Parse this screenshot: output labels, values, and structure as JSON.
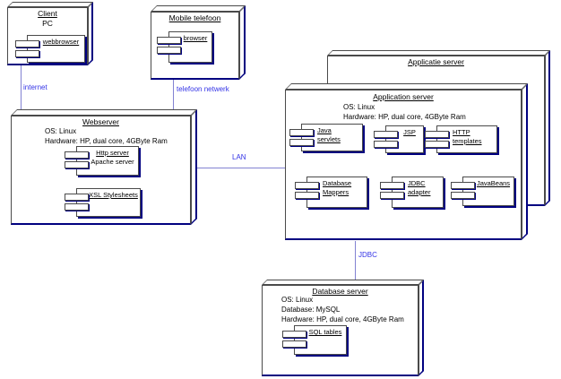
{
  "diagram_type": "UML deployment diagram",
  "colors": {
    "background": "#ffffff",
    "node_border": "#4a4a4a",
    "shadow_accent": "#000080",
    "link_line": "#8282d2",
    "link_label": "#3333e6",
    "text": "#000000"
  },
  "nodes": {
    "client": {
      "title": "Client",
      "subtitle": "PC",
      "components": {
        "webbrowser": {
          "name": "webbrowser"
        }
      }
    },
    "mobile": {
      "title": "Mobile telefoon",
      "components": {
        "browser": {
          "name": "browser"
        }
      }
    },
    "webserver": {
      "title": "Webserver",
      "details": [
        "OS: Linux",
        "Hardware: HP, dual core, 4GByte Ram"
      ],
      "components": {
        "http_server": {
          "name": "Http server",
          "sub": "Apache server"
        },
        "xsl_stylesheets": {
          "name": "XSL Stylesheets"
        }
      }
    },
    "applicatie": {
      "title": "Applicatie server"
    },
    "application": {
      "title": "Application server",
      "details": [
        "OS: Linux",
        "Hardware: HP, dual core, 4GByte Ram"
      ],
      "components": {
        "java_servlets": {
          "line1": "Java",
          "line2": "servlets"
        },
        "jsp": {
          "name": "JSP"
        },
        "http_templates": {
          "line1": "HTTP",
          "line2": "templates"
        },
        "database_mappers": {
          "line1": "Database",
          "line2": "Mappers"
        },
        "jdbc_adapter": {
          "line1": "JDBC",
          "line2": "adapter"
        },
        "javabeans": {
          "name": "JavaBeans"
        }
      }
    },
    "database": {
      "title": "Database server",
      "details": [
        "OS: Linux",
        "Database: MySQL",
        "Hardware: HP, dual core, 4GByte Ram"
      ],
      "components": {
        "sql_tables": {
          "name": "SQL tables"
        }
      }
    }
  },
  "links": {
    "internet": "internet",
    "telefoon": "telefoon netwerk",
    "lan": "LAN",
    "jdbc": "JDBC"
  }
}
